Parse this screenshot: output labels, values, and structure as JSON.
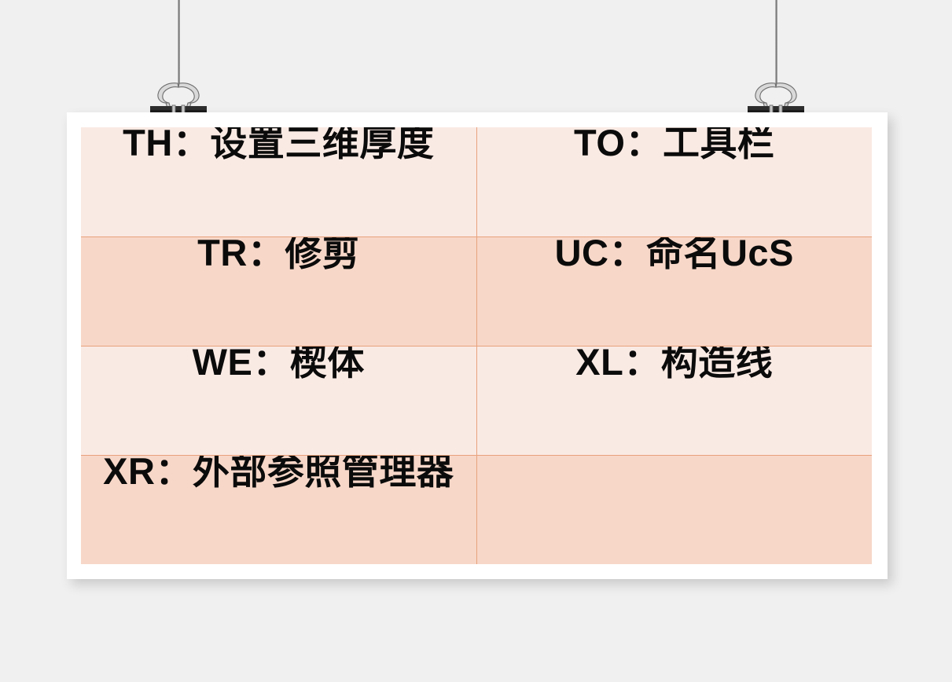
{
  "slide": {
    "background_color": "#f0f0f0",
    "paper_color": "#ffffff",
    "accent_border_color": "#e8a27c",
    "row_color_light": "#faeae4",
    "row_color_dark": "#f7d7c8",
    "text_color": "#0b0b0b"
  },
  "decorations": {
    "clip_left_name": "binder-clip-left",
    "clip_right_name": "binder-clip-right",
    "wire_left_name": "hanging-wire-left",
    "wire_right_name": "hanging-wire-right"
  },
  "table": {
    "columns": 2,
    "rows": [
      {
        "band": "light",
        "cells": [
          "TH：设置三维厚度",
          "TO：工具栏"
        ]
      },
      {
        "band": "dark",
        "cells": [
          "TR：修剪",
          "UC：命名UcS"
        ]
      },
      {
        "band": "light",
        "cells": [
          "WE：楔体",
          "XL：构造线"
        ]
      },
      {
        "band": "dark",
        "cells": [
          "XR：外部参照管理器",
          ""
        ]
      }
    ]
  }
}
